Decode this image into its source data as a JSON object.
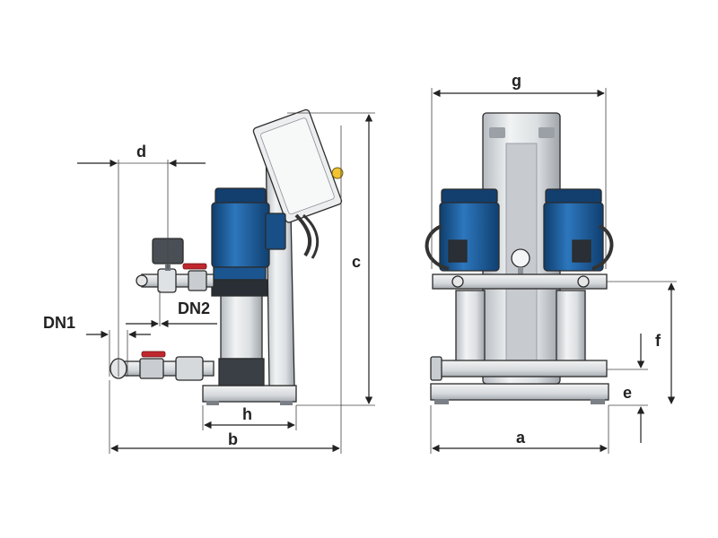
{
  "labels": {
    "d": "d",
    "dn1": "DN1",
    "dn2": "DN2",
    "h": "h",
    "b": "b",
    "c": "c",
    "g": "g",
    "a": "a",
    "e": "e",
    "f": "f"
  },
  "colors": {
    "motor_blue": "#1d5f9e",
    "motor_dark": "#0e3d6c",
    "steel": "#d9dcdf",
    "steel_dark": "#9aa0a6",
    "valve_red": "#c0272d",
    "accent_yellow": "#f2c230",
    "cable": "#333333",
    "dimension": "#222222"
  }
}
